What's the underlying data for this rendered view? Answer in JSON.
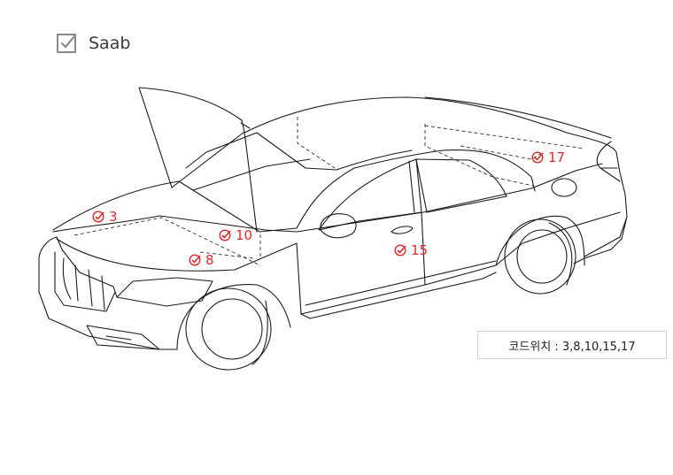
{
  "brand": "Saab",
  "markers": [
    {
      "code": "3"
    },
    {
      "code": "10"
    },
    {
      "code": "8"
    },
    {
      "code": "15"
    },
    {
      "code": "17"
    }
  ],
  "legend": "코드위치 : 3,8,10,15,17",
  "colors": {
    "marker": "#e0282c",
    "lines": "#1a1a1a",
    "checkbox": "#8a8a8a"
  }
}
